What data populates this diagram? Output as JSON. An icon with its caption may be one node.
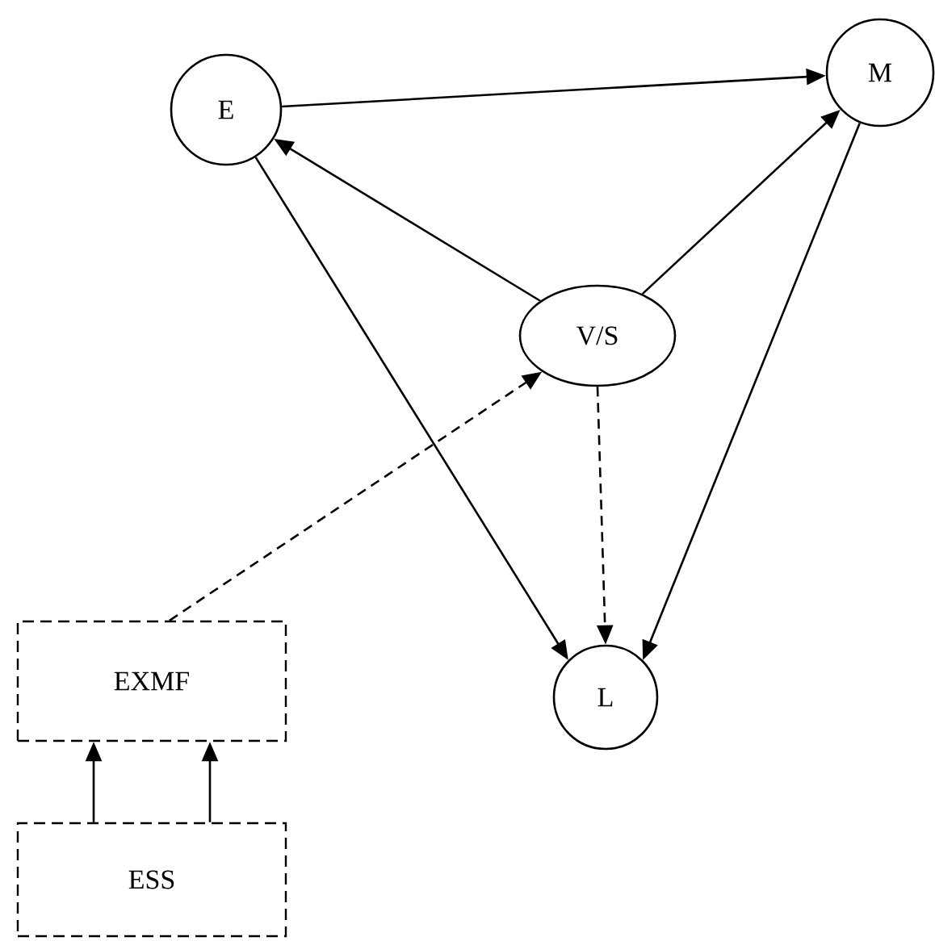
{
  "diagram": {
    "nodes": [
      {
        "text": [
          "E"
        ]
      },
      {
        "text": [
          "M"
        ]
      },
      {
        "text": [
          "V/S"
        ]
      },
      {
        "text": [
          "L"
        ]
      },
      {
        "text": [
          "EXMF"
        ]
      },
      {
        "text": [
          "ESS"
        ]
      }
    ],
    "edges": [
      {
        "from": 0,
        "to": 1,
        "arrow": "to"
      },
      {
        "from": 2,
        "to": 0,
        "arrow": "to"
      },
      {
        "from": 2,
        "to": 1,
        "arrow": "to"
      },
      {
        "from": 0,
        "to": 3,
        "arrow": "to"
      },
      {
        "from": 1,
        "to": 3,
        "arrow": "to"
      },
      {
        "from": 2,
        "to": 3,
        "arrow": "to",
        "style": "dashed"
      },
      {
        "from": 4,
        "to": 2,
        "arrow": "to",
        "style": "dashed"
      },
      {
        "from": 5,
        "to": 4,
        "arrow": "to"
      },
      {
        "from": 5,
        "to": 4,
        "arrow": "to"
      }
    ]
  }
}
